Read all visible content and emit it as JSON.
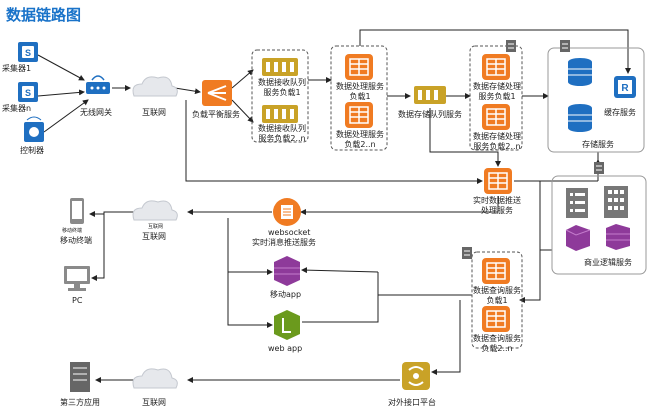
{
  "title": "数据链路图",
  "labels": {
    "collector1": "采集器1",
    "collector_n": "采集器n",
    "controller": "控制器",
    "wireless_gw": "无线网关",
    "internet1": "互联网",
    "lb_service": "负载平衡服务",
    "recv_queue_1": "数据接收队列\n服务负载1",
    "recv_queue_n": "数据接收队列\n服务负载2..n",
    "proc_1": "数据处理服务\n负载1",
    "proc_n": "数据处理服务\n负载2..n",
    "store_queue": "数据存储队列服务",
    "store_proc_1": "数据存储处理\n服务负载1",
    "store_proc_n": "数据存储处理\n服务负载2..n",
    "cache_service": "缓存服务",
    "storage_service": "存储服务",
    "realtime_push": "实时数据推送\n处理服务",
    "websocket": "websocket",
    "realtime_msg": "实时消息推送服务",
    "mobile_tiny": "移动终端",
    "mobile": "移动终端",
    "internet2_tiny": "互联网",
    "internet2": "互联网",
    "pc": "PC",
    "mobile_app": "移动app",
    "web_app": "web app",
    "query_1": "数据查询服务\n负载1",
    "query_n": "数据查询服务\n负载2..n",
    "business": "商业逻辑服务",
    "third_party": "第三方应用",
    "internet3": "互联网",
    "api_platform": "对外接口平台"
  },
  "colors": {
    "title": "#1a73c9",
    "orange": "#f07b22",
    "blue_db": "#1f6fc1",
    "purple": "#8e3a9a",
    "green": "#6b9a1d",
    "queue_gold": "#c9a227",
    "gray": "#777777"
  }
}
